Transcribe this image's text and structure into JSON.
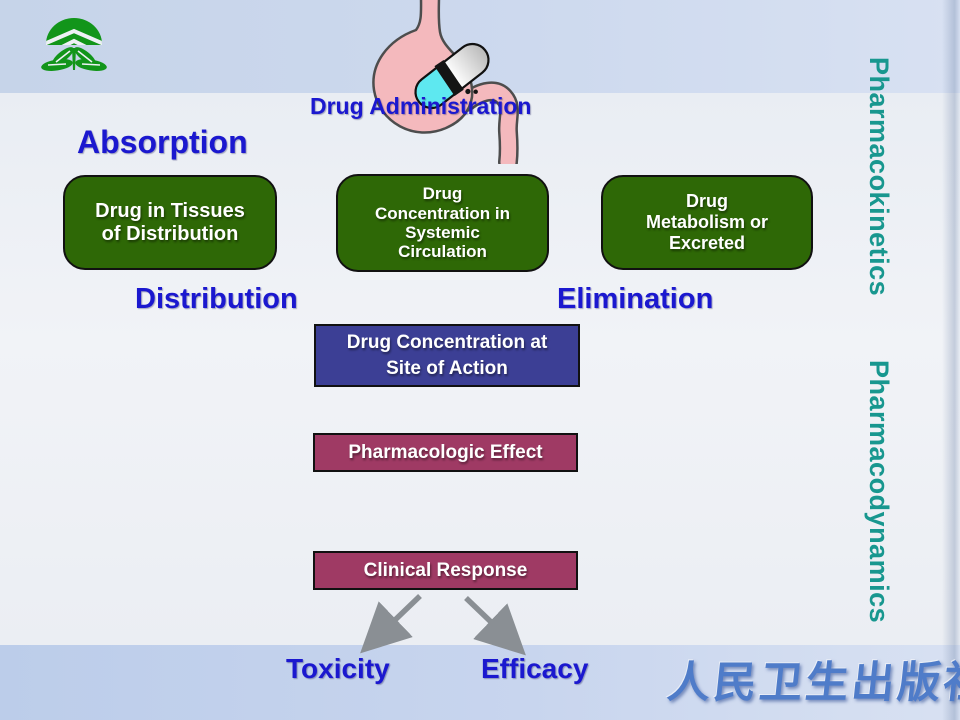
{
  "header": {
    "drug_administration_label": "Drug Administration"
  },
  "stages": {
    "absorption": "Absorption",
    "distribution": "Distribution",
    "elimination": "Elimination"
  },
  "boxes": {
    "drug_in_tissues": "Drug in Tissues of Distribution",
    "systemic_circulation": "Drug Concentration in Systemic Circulation",
    "metabolism_excreted": "Drug Metabolism or Excreted",
    "site_of_action": "Drug Concentration at Site of Action",
    "pharmacologic_effect": "Pharmacologic Effect",
    "clinical_response": "Clinical Response"
  },
  "outcomes": {
    "toxicity": "Toxicity",
    "efficacy": "Efficacy"
  },
  "sidebar": {
    "pharmacokinetics": "Pharmacokinetics",
    "pharmacodynamics": "Pharmacodynamics"
  },
  "footer": {
    "publisher": "人民卫生出版社"
  },
  "icons": {
    "logo": "publisher-plant-logo",
    "illustration": "stomach-with-capsule"
  },
  "colors": {
    "heading_blue": "#1b18cf",
    "box_green": "#2e6806",
    "box_indigo": "#3c3f95",
    "box_maroon": "#9f3a64",
    "sidebar_teal": "#18978f",
    "arrow_gray": "#8a8f94",
    "stomach_pink": "#f4b9bd",
    "capsule_cyan": "#5ee8f0"
  }
}
